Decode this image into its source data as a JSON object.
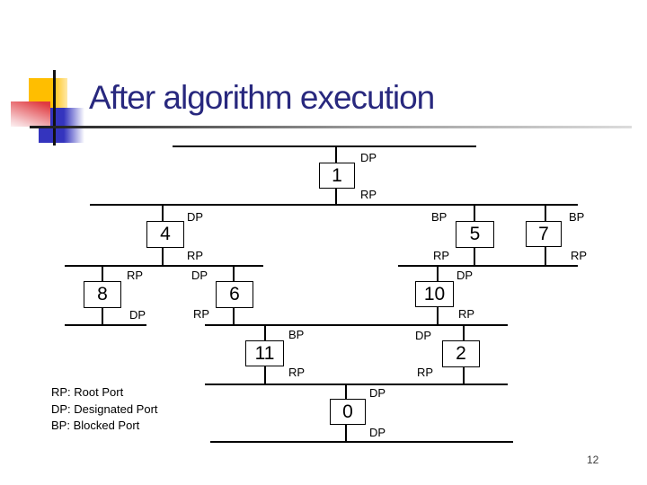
{
  "slide": {
    "title": "After algorithm execution",
    "page_number": "12"
  },
  "legend": {
    "items": [
      "RP: Root Port",
      "DP: Designated Port",
      "BP: Blocked Port"
    ]
  },
  "diagram": {
    "bridges": [
      {
        "id": "1",
        "top_port": "DP",
        "bottom_port": "RP"
      },
      {
        "id": "4",
        "top_port": "DP",
        "bottom_port": "RP"
      },
      {
        "id": "5",
        "top_port": "BP",
        "bottom_port": "RP"
      },
      {
        "id": "7",
        "top_port": "BP",
        "bottom_port": "RP"
      },
      {
        "id": "8",
        "top_port": "RP",
        "bottom_port": "DP"
      },
      {
        "id": "6",
        "top_port": "DP",
        "bottom_port": "RP"
      },
      {
        "id": "10",
        "top_port": "DP",
        "bottom_port": "RP"
      },
      {
        "id": "11",
        "top_port": "BP",
        "bottom_port": "RP"
      },
      {
        "id": "2",
        "top_port": "DP",
        "bottom_port": "RP"
      },
      {
        "id": "0",
        "top_port": "DP",
        "bottom_port": "DP"
      }
    ],
    "colors": {
      "line": "#000000",
      "title_text": "#28287E",
      "decor_yellow": "#FFBE00",
      "decor_red": "#E03A40",
      "decor_blue": "#3434BE"
    }
  }
}
